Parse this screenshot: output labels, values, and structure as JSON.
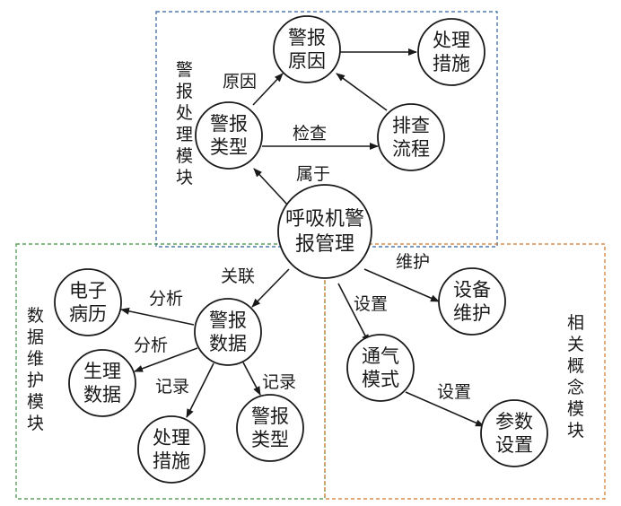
{
  "modules": {
    "alarm_processing": {
      "label": [
        "警",
        "报",
        "处",
        "理",
        "模",
        "块"
      ],
      "color": "#2f5f9e"
    },
    "data_maintenance": {
      "label": [
        "数",
        "据",
        "维",
        "护",
        "模",
        "块"
      ],
      "color": "#3f8f3f"
    },
    "related_concepts": {
      "label": [
        "相",
        "关",
        "概",
        "念",
        "模",
        "块"
      ],
      "color": "#d0762a"
    }
  },
  "nodes": {
    "center": [
      "呼吸机警",
      "报管理"
    ],
    "alarm_cause": [
      "警报",
      "原因"
    ],
    "handling_measures_top": [
      "处理",
      "措施"
    ],
    "alarm_type_top": [
      "警报",
      "类型"
    ],
    "troubleshoot_flow": [
      "排查",
      "流程"
    ],
    "alarm_data": [
      "警报",
      "数据"
    ],
    "emr": [
      "电子",
      "病历"
    ],
    "physio_data": [
      "生理",
      "数据"
    ],
    "handling_measures_bottom": [
      "处理",
      "措施"
    ],
    "alarm_type_bottom": [
      "警报",
      "类型"
    ],
    "equipment_maintenance": [
      "设备",
      "维护"
    ],
    "ventilation_mode": [
      "通气",
      "模式"
    ],
    "parameter_setting": [
      "参数",
      "设置"
    ]
  },
  "edges": {
    "cause": "原因",
    "check": "检查",
    "belongs_to": "属于",
    "associate": "关联",
    "maintain": "维护",
    "set_mode": "设置",
    "set_param": "设置",
    "analyze_emr": "分析",
    "analyze_physio": "分析",
    "record_measures": "记录",
    "record_type": "记录"
  }
}
